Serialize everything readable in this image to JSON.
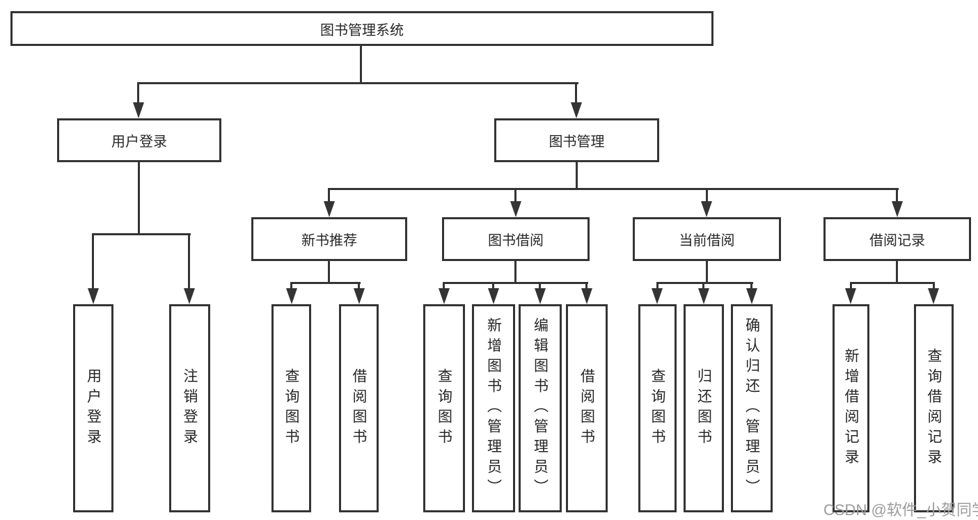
{
  "diagram": {
    "type": "hierarchy-tree",
    "tree": {
      "root": "图书管理系统",
      "children": [
        {
          "node": "用户登录",
          "children": [
            "用户登录",
            "注销登录"
          ]
        },
        {
          "node": "图书管理",
          "children": [
            {
              "node": "新书推荐",
              "children": [
                "查询图书",
                "借阅图书"
              ]
            },
            {
              "node": "图书借阅",
              "children": [
                "查询图书",
                "新增图书（管理员）",
                "编辑图书（管理员）",
                "借阅图书"
              ]
            },
            {
              "node": "当前借阅",
              "children": [
                "查询图书",
                "归还图书",
                "确认归还（管理员）"
              ]
            },
            {
              "node": "借阅记录",
              "children": [
                "新增借阅记录",
                "查询借阅记录"
              ]
            }
          ]
        }
      ]
    }
  },
  "nodes": {
    "root": "图书管理系统",
    "user_login": "用户登录",
    "book_mgmt": "图书管理",
    "new_rec": "新书推荐",
    "borrow": "图书借阅",
    "current": "当前借阅",
    "record": "借阅记录",
    "leaf_login": "用户登录",
    "leaf_logout": "注销登录",
    "rec_query": "查询图书",
    "rec_borrow": "借阅图书",
    "borrow_query": "查询图书",
    "borrow_add": "新增图书（管理员）",
    "borrow_edit": "编辑图书（管理员）",
    "borrow_lend": "借阅图书",
    "current_query": "查询图书",
    "current_return": "归还图书",
    "current_confirm": "确认归还（管理员）",
    "record_add": "新增借阅记录",
    "record_query": "查询借阅记录"
  },
  "watermark": "CSDN @软件_小贺同学",
  "colors": {
    "line": "#343434",
    "text": "#262626",
    "watermark": "#9b9b9b",
    "background": "#ffffff"
  }
}
